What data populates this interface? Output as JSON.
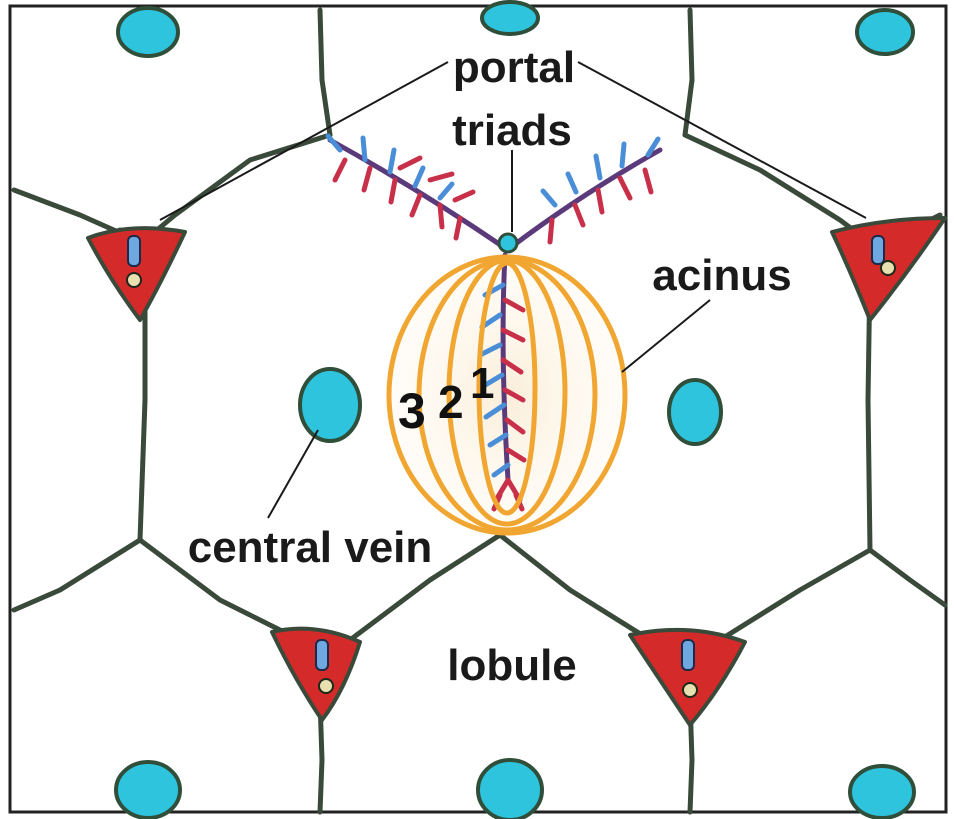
{
  "labels": {
    "portal": "portal",
    "triads": "triads",
    "acinus": "acinus",
    "central_vein": "central vein",
    "lobule": "lobule"
  },
  "zones": [
    "3",
    "2",
    "1"
  ],
  "colors": {
    "septum": "#3a4a3a",
    "portal_triangle": "#d42a2a",
    "vein": "#2ec4de",
    "vein_outline": "#2f4f3a",
    "acinus_ring": "#f0a630",
    "branch_red": "#c8304a",
    "branch_blue": "#4a8ed8",
    "branch_purple": "#5a3a7a"
  }
}
